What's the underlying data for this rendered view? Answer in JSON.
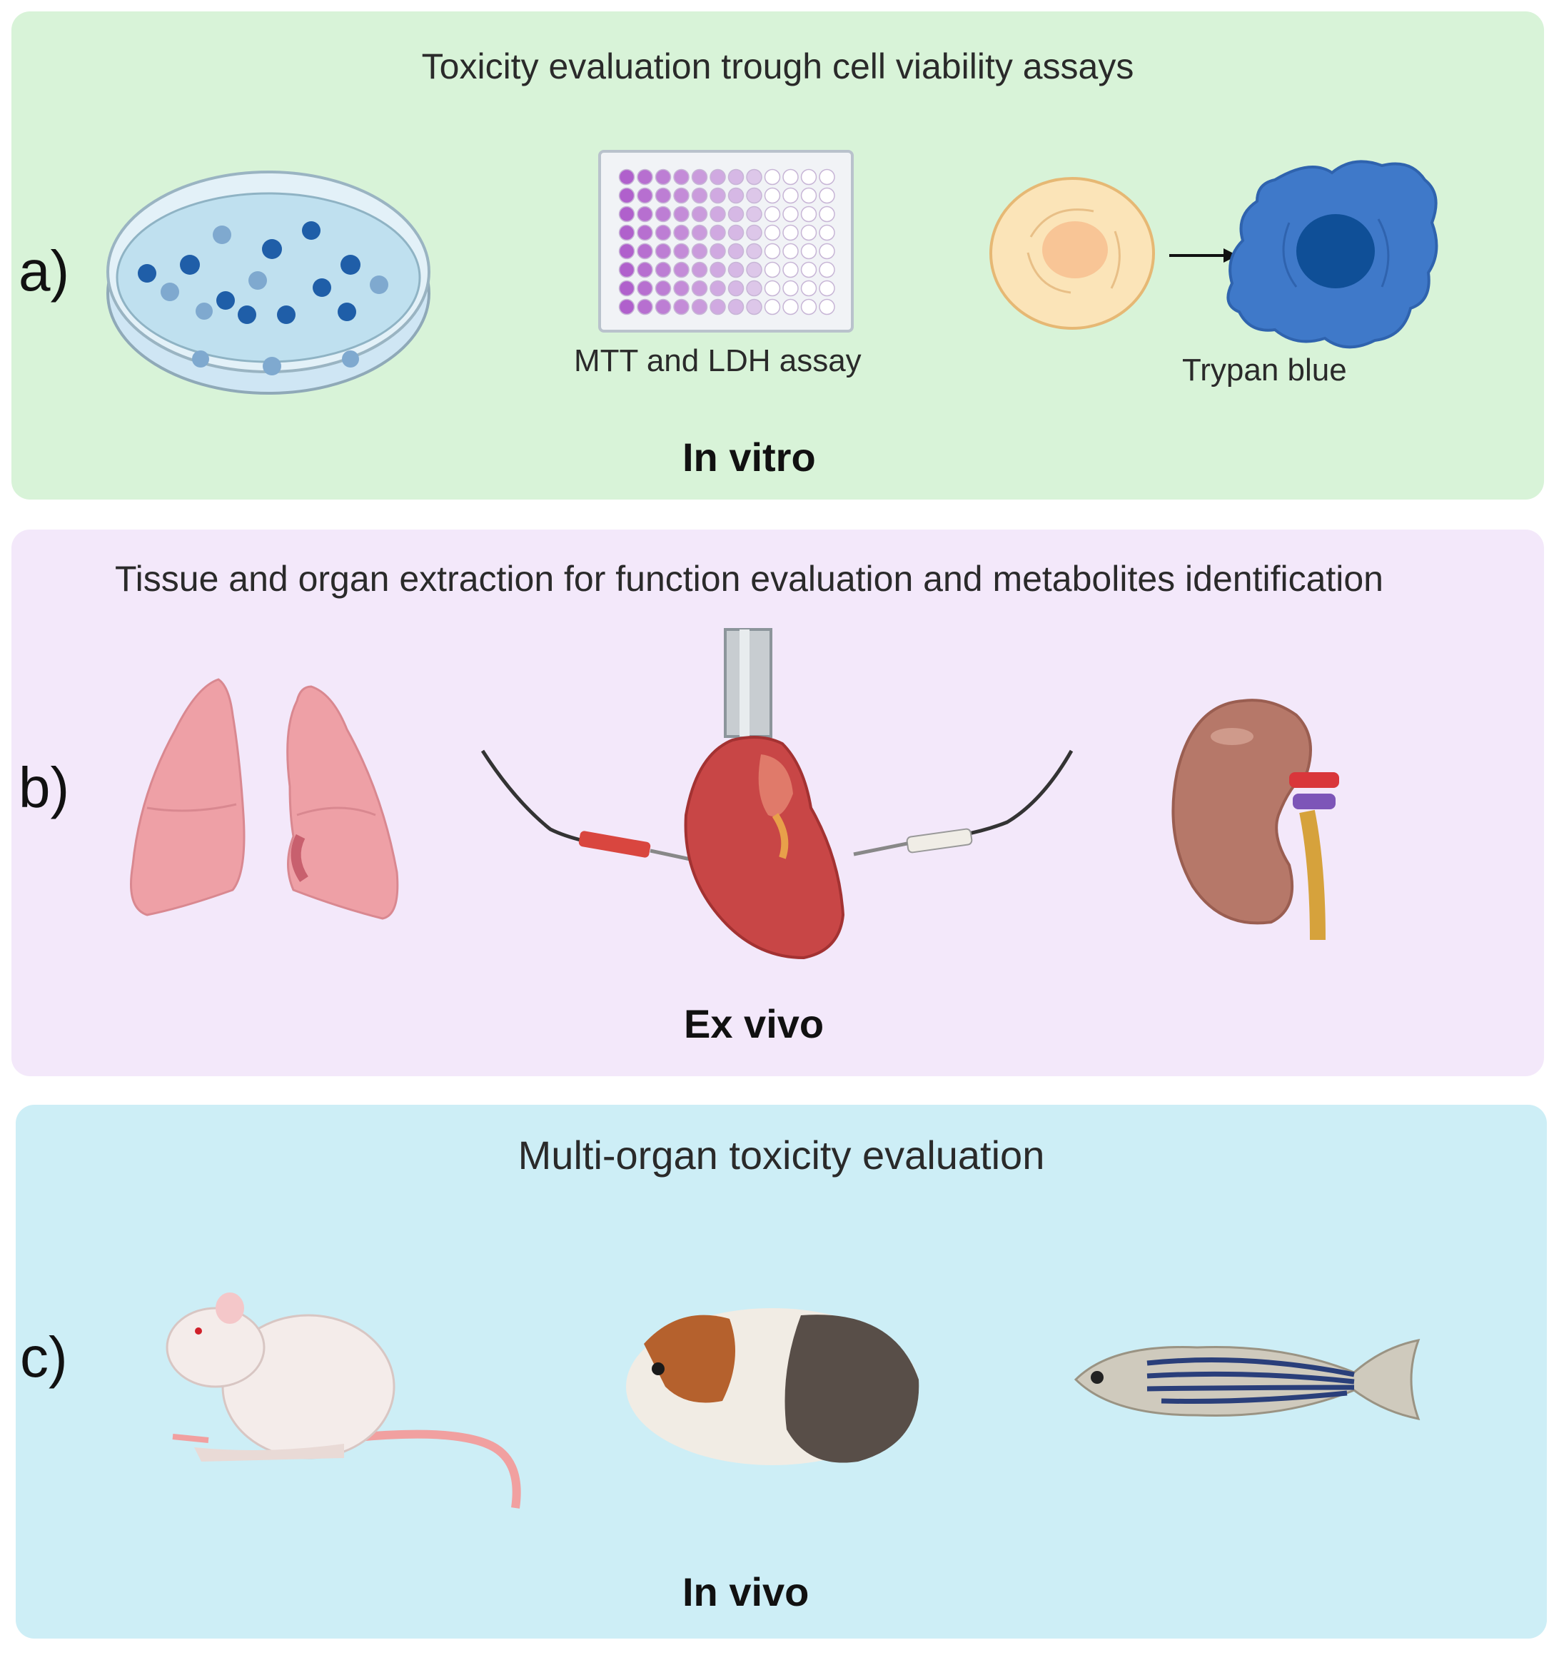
{
  "panels": {
    "a": {
      "letter": "a)",
      "title": "Toxicity evaluation trough cell viability assays",
      "plate_caption": "MTT and LDH assay",
      "cell_caption": "Trypan blue",
      "footer": "In vitro",
      "color": "#d8f3d8"
    },
    "b": {
      "letter": "b)",
      "title": "Tissue and organ extraction for function  evaluation and metabolites identification",
      "footer": "Ex vivo",
      "color": "#f3e8fa"
    },
    "c": {
      "letter": "c)",
      "title": "Multi-organ toxicity evaluation",
      "footer": "In vivo",
      "color": "#cdeef6"
    }
  },
  "icons": [
    "petri-dish-icon",
    "well-plate-icon",
    "healthy-cell-icon",
    "arrow-icon",
    "stained-cell-icon",
    "lungs-icon",
    "heart-icon",
    "electrode-icon",
    "kidney-icon",
    "mouse-icon",
    "guinea-pig-icon",
    "zebrafish-icon"
  ]
}
